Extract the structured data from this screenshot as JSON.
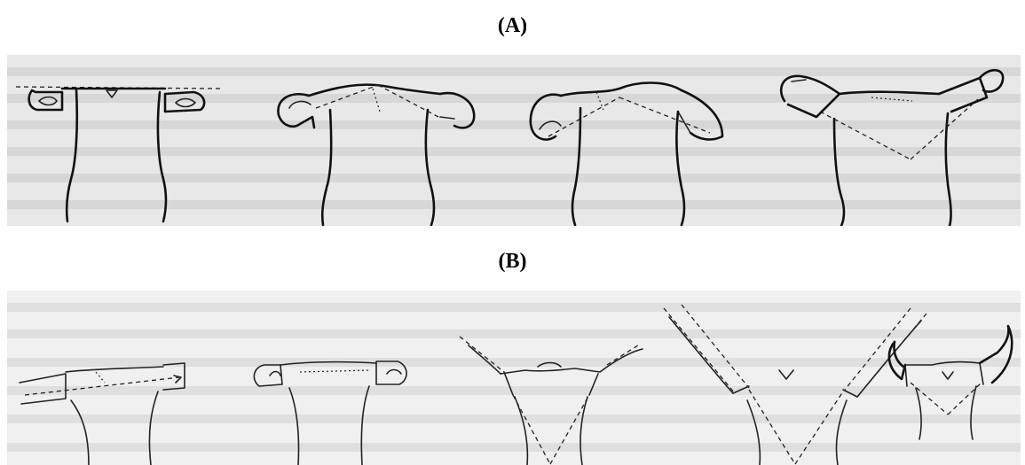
{
  "figure": {
    "panel_a_label": "(A)",
    "panel_b_label": "(B)"
  },
  "panel_a": {
    "sketches": [
      "horn-sketch-1",
      "horn-sketch-2",
      "horn-sketch-3",
      "horn-sketch-4"
    ]
  },
  "panel_b": {
    "sketches": [
      "horn-sketch-1",
      "horn-sketch-2",
      "horn-sketch-3",
      "horn-sketch-4",
      "horn-sketch-5"
    ]
  }
}
